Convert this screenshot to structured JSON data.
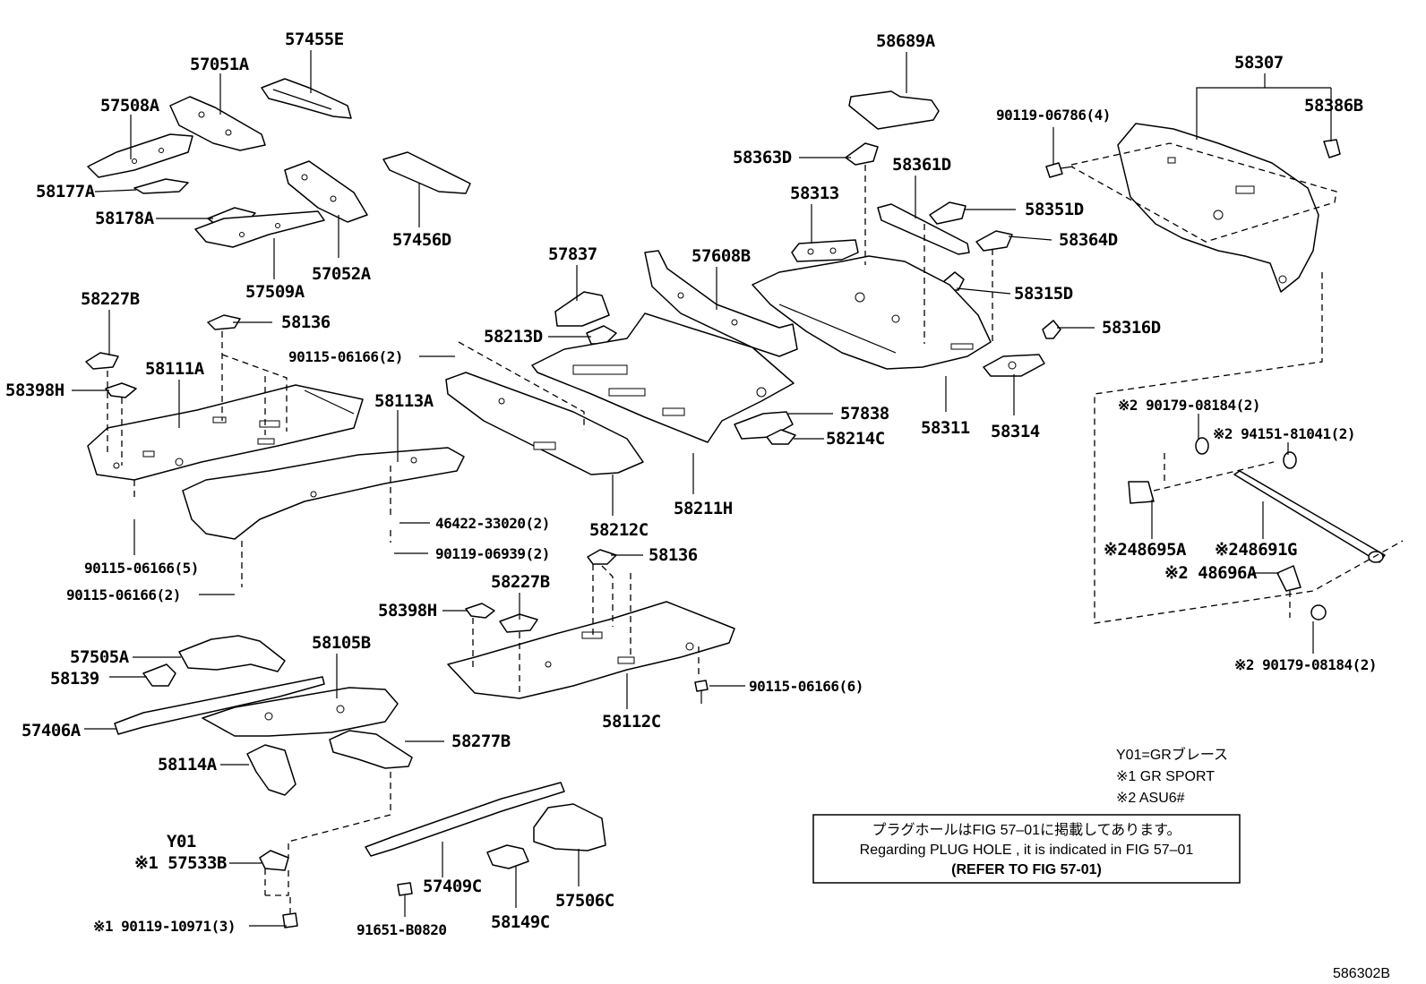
{
  "labels": {
    "p57455E": "57455E",
    "p57051A": "57051A",
    "p57508A": "57508A",
    "p58177A": "58177A",
    "p58178A": "58178A",
    "p57456D": "57456D",
    "p57509A": "57509A",
    "p57052A": "57052A",
    "p58689A": "58689A",
    "p58307": "58307",
    "p58386B": "58386B",
    "b90119_06786": "90119-06786(4)",
    "p58363D": "58363D",
    "p58361D": "58361D",
    "p58313": "58313",
    "p58351D": "58351D",
    "p58364D": "58364D",
    "p57837": "57837",
    "p57608B": "57608B",
    "p58315D": "58315D",
    "p58227B_a": "58227B",
    "p58136_a": "58136",
    "p58213D": "58213D",
    "p58316D": "58316D",
    "b90115_06166_2a": "90115-06166(2)",
    "p58111A": "58111A",
    "p58398H_a": "58398H",
    "p58113A": "58113A",
    "p57838": "57838",
    "p58214C": "58214C",
    "p58311": "58311",
    "p58314": "58314",
    "b90179_08184_a": "※2 90179-08184(2)",
    "b94151_81041": "※2 94151-81041(2)",
    "b46422_33020": "46422-33020(2)",
    "p58211H": "58211H",
    "p58212C": "58212C",
    "p48695A": "※248695A",
    "p48691G": "※248691G",
    "b90119_06939": "90119-06939(2)",
    "p58136_b": "58136",
    "b90115_06166_5": "90115-06166(5)",
    "p48696A": "※2 48696A",
    "p58227B_b": "58227B",
    "b90115_06166_2b": "90115-06166(2)",
    "p58398H_b": "58398H",
    "p57505A": "57505A",
    "p58105B": "58105B",
    "p58139": "58139",
    "b90179_08184_b": "※2 90179-08184(2)",
    "b90115_06166_6": "90115-06166(6)",
    "p57406A": "57406A",
    "p58112C": "58112C",
    "p58277B": "58277B",
    "p58114A": "58114A",
    "y01": "Y01",
    "p57533B": "※1 57533B",
    "p57409C": "57409C",
    "p57506C": "57506C",
    "b90119_10971": "※1 90119-10971(3)",
    "b91651_B0820": "91651-B0820",
    "p58149C": "58149C"
  },
  "legend": {
    "line1": "Y01=GRブレース",
    "line2": "※1 GR SPORT",
    "line3": "※2 ASU6#"
  },
  "notice": {
    "line1": "プラグホールはFIG 57–01に掲載してあります。",
    "line2": "Regarding  PLUG  HOLE , it is indicated in FIG  57–01",
    "line3": "(REFER  TO FIG 57-01)"
  },
  "figure_code": "586302B"
}
